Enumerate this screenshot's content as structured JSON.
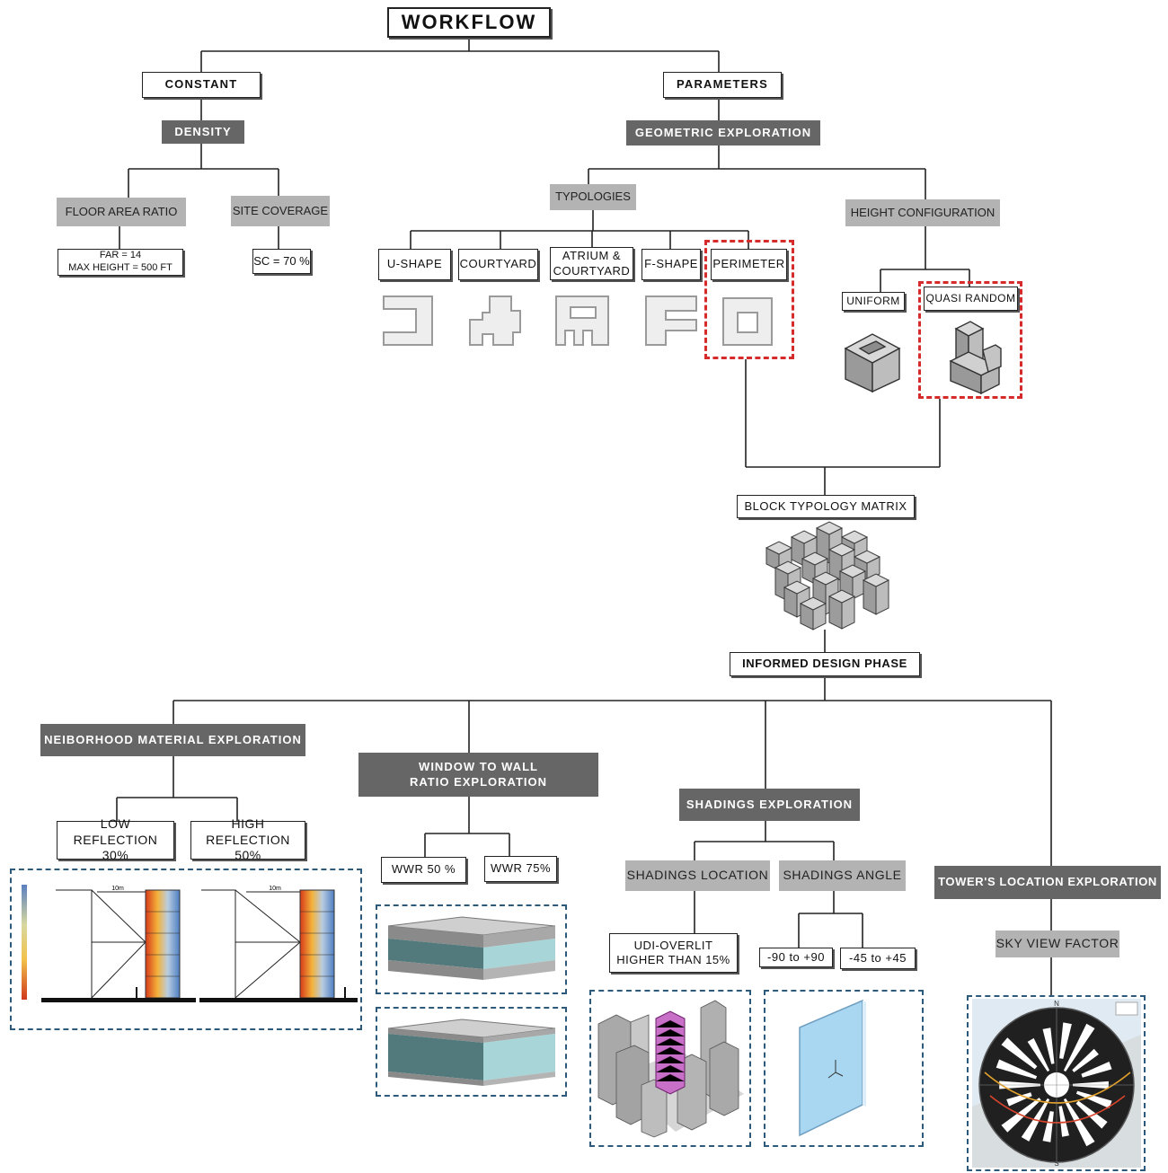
{
  "title": "WORKFLOW",
  "constant": {
    "label": "CONSTANT",
    "density": "DENSITY",
    "far_label": "FLOOR AREA RATIO",
    "far_value": "FAR = 14\nMAX HEIGHT = 500 FT",
    "sc_label": "SITE COVERAGE",
    "sc_value": "SC = 70 %"
  },
  "parameters": {
    "label": "PARAMETERS",
    "geometric": "GEOMETRIC EXPLORATION",
    "typologies": {
      "label": "TYPOLOGIES",
      "items": [
        "U-SHAPE",
        "COURTYARD",
        "ATRIUM &\nCOURTYARD",
        "F-SHAPE",
        "PERIMETER"
      ]
    },
    "height": {
      "label": "HEIGHT CONFIGURATION",
      "items": [
        "UNIFORM",
        "QUASI RANDOM"
      ]
    }
  },
  "matrix": "BLOCK TYPOLOGY MATRIX",
  "informed": "INFORMED DESIGN PHASE",
  "neighborhood": {
    "label": "NEIBORHOOD MATERIAL EXPLORATION",
    "low": "LOW REFLECTION\n30%",
    "high": "HIGH REFLECTION\n50%",
    "dim": "10m"
  },
  "wwr": {
    "label": "WINDOW TO WALL\nRATIO EXPLORATION",
    "a": "WWR 50 %",
    "b": "WWR 75%"
  },
  "shadings": {
    "label": "SHADINGS EXPLORATION",
    "location": "SHADINGS LOCATION",
    "angle": "SHADINGS ANGLE",
    "udi": "UDI-OVERLIT\nHIGHER THAN 15%",
    "a1": "-90 to +90",
    "a2": "-45 to +45"
  },
  "tower": {
    "label": "TOWER'S LOCATION EXPLORATION",
    "svf": "SKY VIEW FACTOR",
    "compass_n": "N",
    "compass_s": "S"
  }
}
